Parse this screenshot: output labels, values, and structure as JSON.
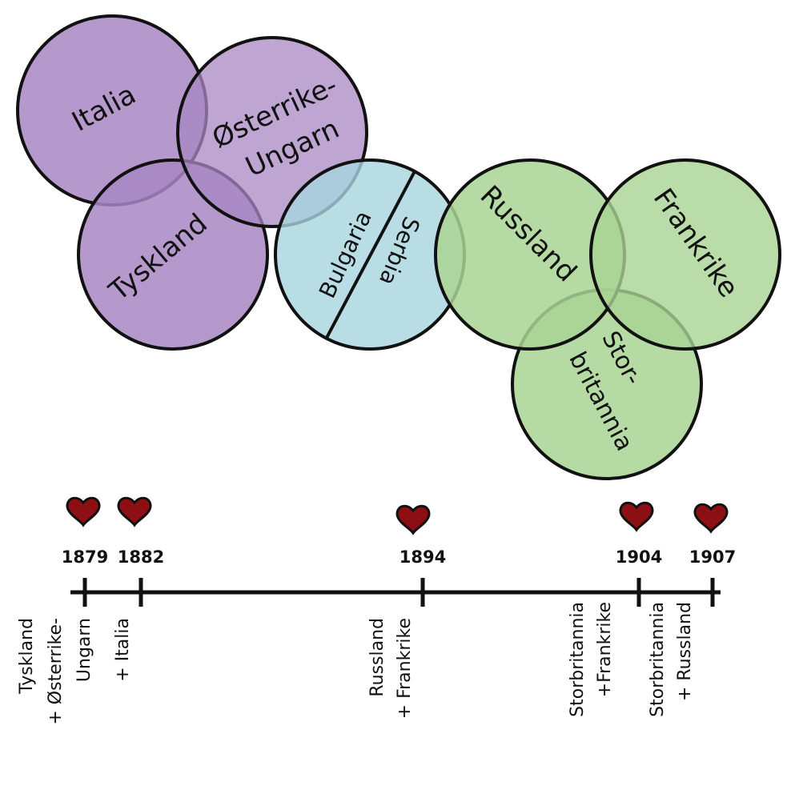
{
  "colors": {
    "purple": "#a887c3",
    "teal": "#a7d5df",
    "green": "#a9d394",
    "stroke": "#111111",
    "heart": "#8b0f13"
  },
  "circles": {
    "italia": "Italia",
    "osterrike_line1": "Østerrike-",
    "osterrike_line2": "Ungarn",
    "tyskland": "Tyskland",
    "bulgaria": "Bulgaria",
    "serbia": "Serbia",
    "russland": "Russland",
    "frankrike": "Frankrike",
    "storbritannia_line1": "Stor-",
    "storbritannia_line2": "britannia"
  },
  "timeline": {
    "events": [
      {
        "year": "1879",
        "lines": [
          "Tyskland",
          "+ Østerrike-",
          "Ungarn"
        ]
      },
      {
        "year": "1882",
        "lines": [
          "+ Italia"
        ]
      },
      {
        "year": "1894",
        "lines": [
          "Russland",
          "+ Frankrike"
        ]
      },
      {
        "year": "1904",
        "lines": [
          "Storbritannia",
          "+Frankrike"
        ]
      },
      {
        "year": "1907",
        "lines": [
          "Storbritannia",
          "+ Russland"
        ]
      }
    ]
  }
}
